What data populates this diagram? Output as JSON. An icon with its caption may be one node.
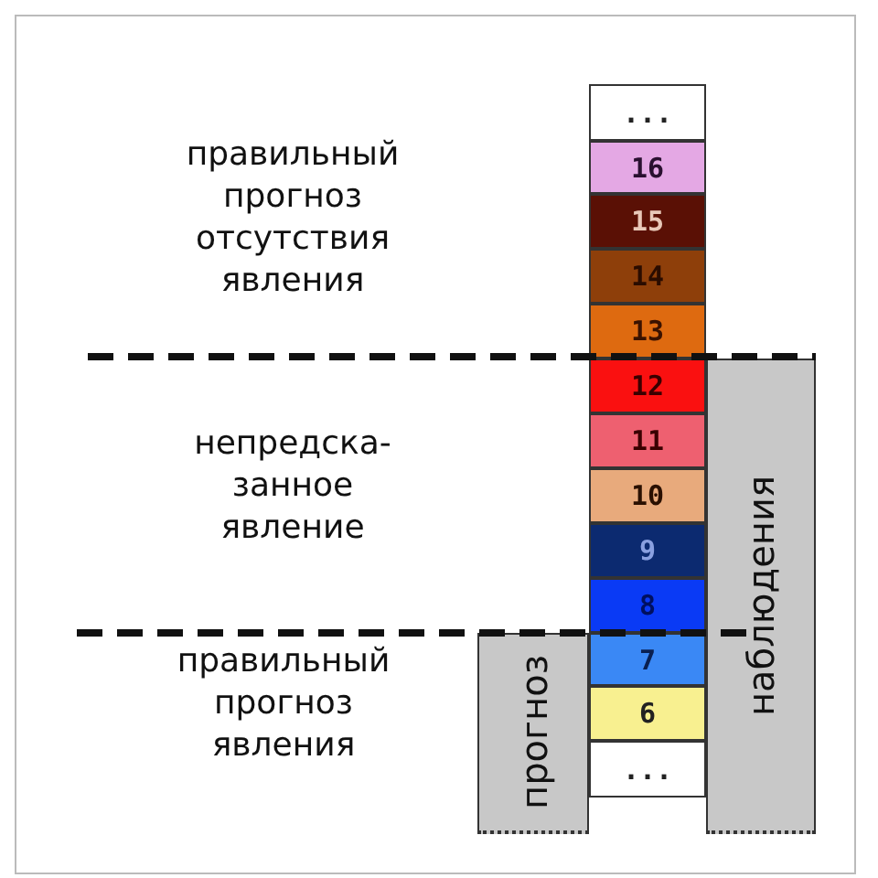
{
  "diagram": {
    "nodes": [
      {
        "text": [
          "..."
        ]
      },
      {
        "text": [
          "16"
        ]
      },
      {
        "text": [
          "15"
        ]
      },
      {
        "text": [
          "14"
        ]
      },
      {
        "text": [
          "13"
        ]
      },
      {
        "text": [
          "12"
        ]
      },
      {
        "text": [
          "11"
        ]
      },
      {
        "text": [
          "10"
        ]
      },
      {
        "text": [
          "9"
        ]
      },
      {
        "text": [
          "8"
        ]
      },
      {
        "text": [
          "7"
        ]
      },
      {
        "text": [
          "6"
        ]
      },
      {
        "text": [
          "..."
        ]
      },
      {
        "text": [
          "прогноз"
        ]
      },
      {
        "text": [
          "наблюдения"
        ]
      }
    ],
    "edges": [],
    "labels": [
      "правильный прогноз отсутствия явления",
      "непредска- занное явление",
      "правильный прогноз явления"
    ]
  }
}
